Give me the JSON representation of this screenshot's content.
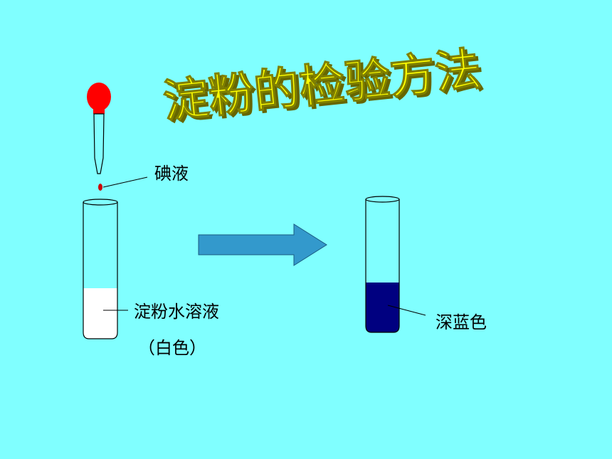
{
  "title": "淀粉的检验方法",
  "labels": {
    "iodine": "碘液",
    "starch_solution": "淀粉水溶液",
    "white_color": "（白色）",
    "deep_blue": "深蓝色"
  },
  "colors": {
    "background": "#80ffff",
    "title_fill": "#ffff00",
    "dropper_bulb": "#ff0000",
    "iodine_drop": "#cc0000",
    "starch_liquid": "#ffffff",
    "result_liquid": "#000080",
    "arrow_fill": "#3399cc"
  }
}
